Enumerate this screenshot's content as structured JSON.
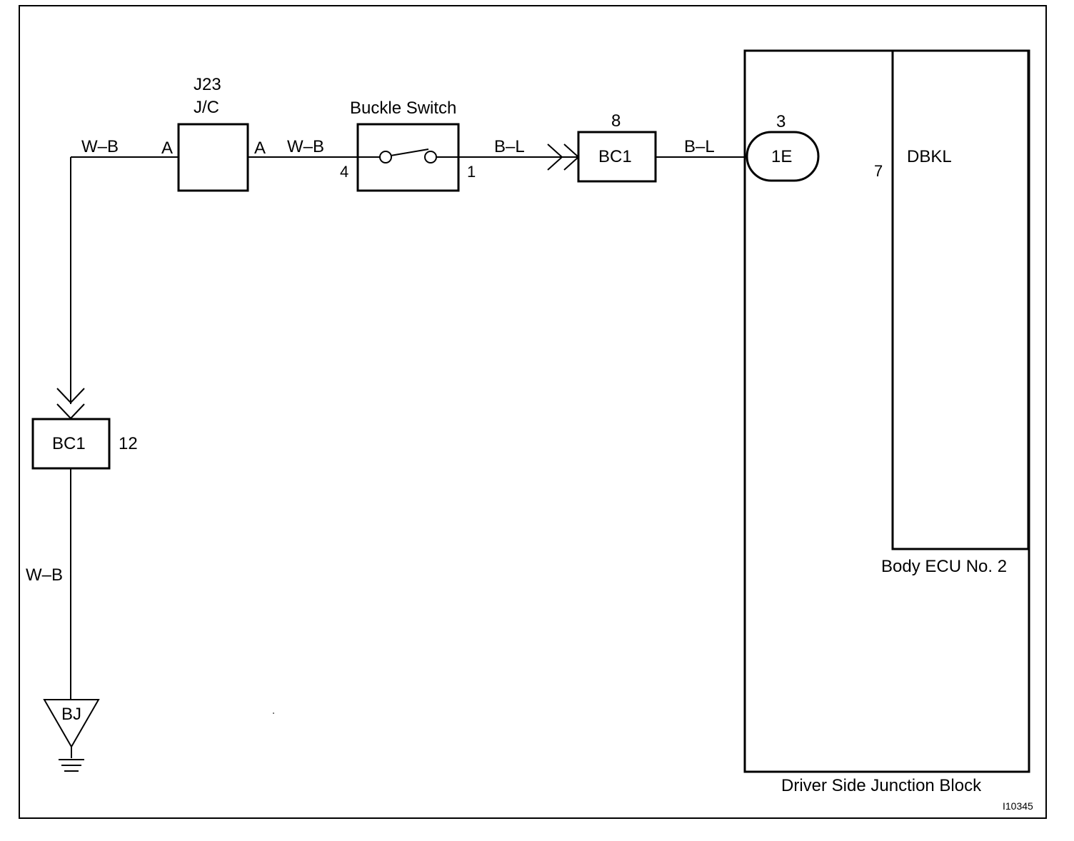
{
  "figure_id": "I10345",
  "wires": {
    "w1": "W–B",
    "w2": "W–B",
    "w3": "W–B",
    "w4": "B–L",
    "w5": "B–L"
  },
  "junction": {
    "id": "J23",
    "type": "J/C",
    "pin_left": "A",
    "pin_right": "A"
  },
  "buckle_switch": {
    "title": "Buckle Switch",
    "pin_in": "4",
    "pin_out": "1"
  },
  "connector_top": {
    "label": "BC1",
    "pin": "8"
  },
  "connector_left": {
    "label": "BC1",
    "pin": "12"
  },
  "ground": {
    "label": "BJ"
  },
  "terminal_1e": {
    "label": "1E",
    "pin": "3"
  },
  "body_ecu": {
    "signal": "DBKL",
    "pin": "7",
    "title": "Body ECU No. 2"
  },
  "junction_block": {
    "title": "Driver Side Junction Block"
  }
}
